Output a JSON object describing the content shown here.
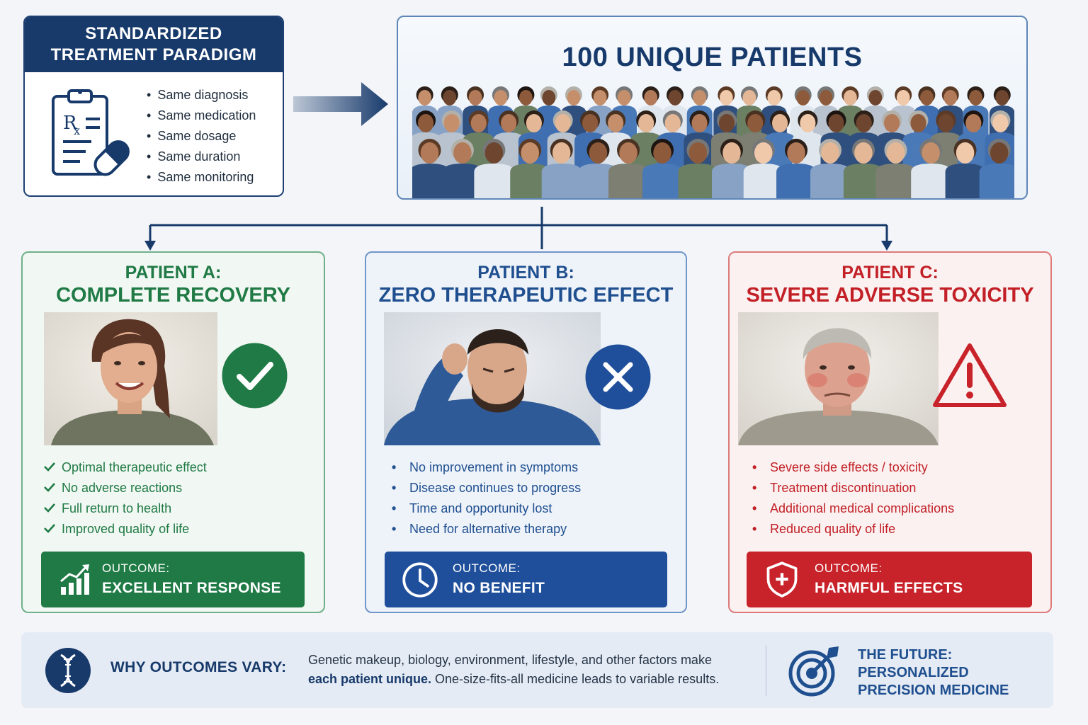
{
  "paradigm": {
    "title_line1": "STANDARDIZED",
    "title_line2": "TREATMENT PARADIGM",
    "items": [
      "Same diagnosis",
      "Same medication",
      "Same dosage",
      "Same duration",
      "Same monitoring"
    ]
  },
  "patients_panel": {
    "title": "100 UNIQUE PATIENTS"
  },
  "cards": [
    {
      "title_line1": "PATIENT A:",
      "title_line2": "COMPLETE RECOVERY",
      "status_icon": "check-circle-icon",
      "points": [
        "Optimal therapeutic effect",
        "No adverse reactions",
        "Full return to health",
        "Improved quality of life"
      ],
      "outcome_label": "OUTCOME:",
      "outcome_value": "EXCELLENT RESPONSE",
      "outcome_icon": "growth-chart-icon",
      "color": "#1f7a45"
    },
    {
      "title_line1": "PATIENT B:",
      "title_line2": "ZERO THERAPEUTIC EFFECT",
      "status_icon": "x-circle-icon",
      "points": [
        "No improvement in symptoms",
        "Disease continues to progress",
        "Time and opportunity lost",
        "Need for alternative therapy"
      ],
      "outcome_label": "OUTCOME:",
      "outcome_value": "NO BENEFIT",
      "outcome_icon": "clock-icon",
      "color": "#1f4f9a"
    },
    {
      "title_line1": "PATIENT C:",
      "title_line2": "SEVERE ADVERSE TOXICITY",
      "status_icon": "warning-triangle-icon",
      "points": [
        "Severe side effects / toxicity",
        "Treatment discontinuation",
        "Additional medical complications",
        "Reduced quality of life"
      ],
      "outcome_label": "OUTCOME:",
      "outcome_value": "HARMFUL EFFECTS",
      "outcome_icon": "shield-plus-icon",
      "color": "#c8222a"
    }
  ],
  "banner": {
    "why_label": "WHY OUTCOMES VARY:",
    "why_text_line1": "Genetic makeup, biology, environment, lifestyle, and other factors make",
    "why_text_bold": "each patient unique.",
    "why_text_rest": " One-size-fits-all medicine leads to variable results.",
    "future_line1": "THE FUTURE:",
    "future_line2": "PERSONALIZED",
    "future_line3": "PRECISION MEDICINE"
  }
}
